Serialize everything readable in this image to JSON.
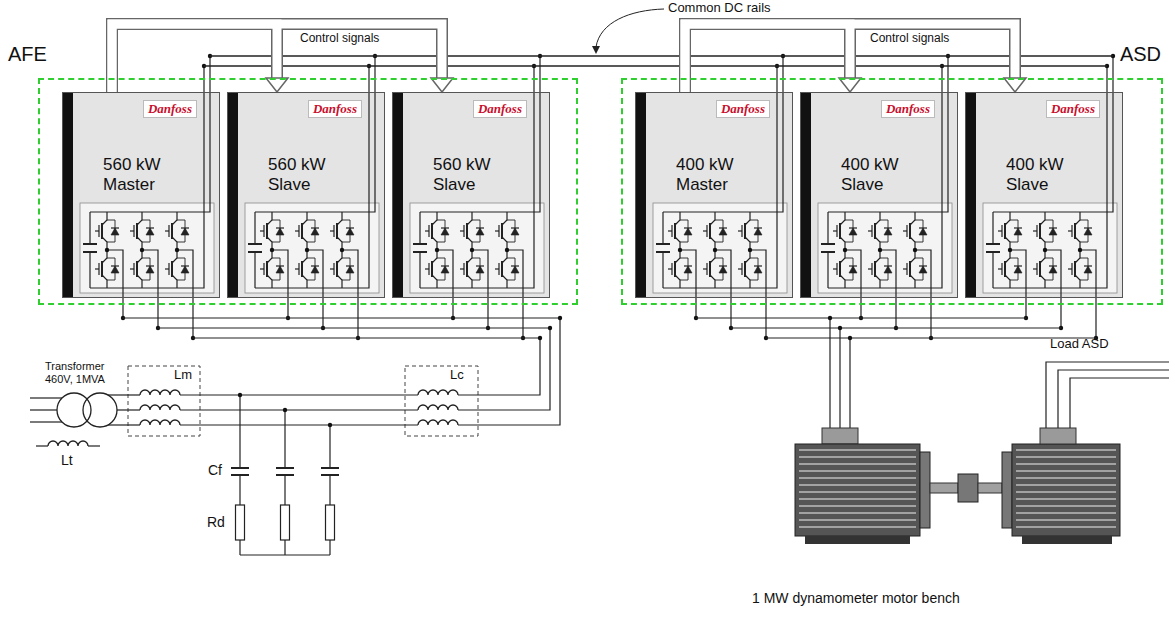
{
  "diagram": {
    "nodes": [
      {
        "text": [
          "AFE"
        ]
      },
      {
        "text": [
          "Danfoss",
          "560 kW Master"
        ],
        "in": 0
      },
      {
        "text": [
          "Danfoss",
          "560 kW Slave"
        ],
        "in": 0
      },
      {
        "text": [
          "Danfoss",
          "560 kW Slave"
        ],
        "in": 0
      },
      {
        "text": [
          "ASD"
        ]
      },
      {
        "text": [
          "Danfoss",
          "400 kW Master"
        ],
        "in": 4
      },
      {
        "text": [
          "Danfoss",
          "400 kW Slave"
        ],
        "in": 4
      },
      {
        "text": [
          "Danfoss",
          "400 kW Slave"
        ],
        "in": 4
      }
    ],
    "edges": [
      {
        "from": 1,
        "to": 2,
        "arrow": "to"
      },
      {
        "from": 1,
        "to": 3,
        "arrow": "to"
      },
      {
        "from": 5,
        "to": 6,
        "arrow": "to"
      },
      {
        "from": 5,
        "to": 7,
        "arrow": "to"
      }
    ],
    "labels": [
      "Common DC rails",
      "Control signals",
      "Control signals",
      "Transformer 460V, 1MVA",
      "Lt",
      "Lm",
      "Lc",
      "Cf",
      "Rd",
      "1 MW dynamometer motor bench",
      "Load ASD"
    ]
  }
}
